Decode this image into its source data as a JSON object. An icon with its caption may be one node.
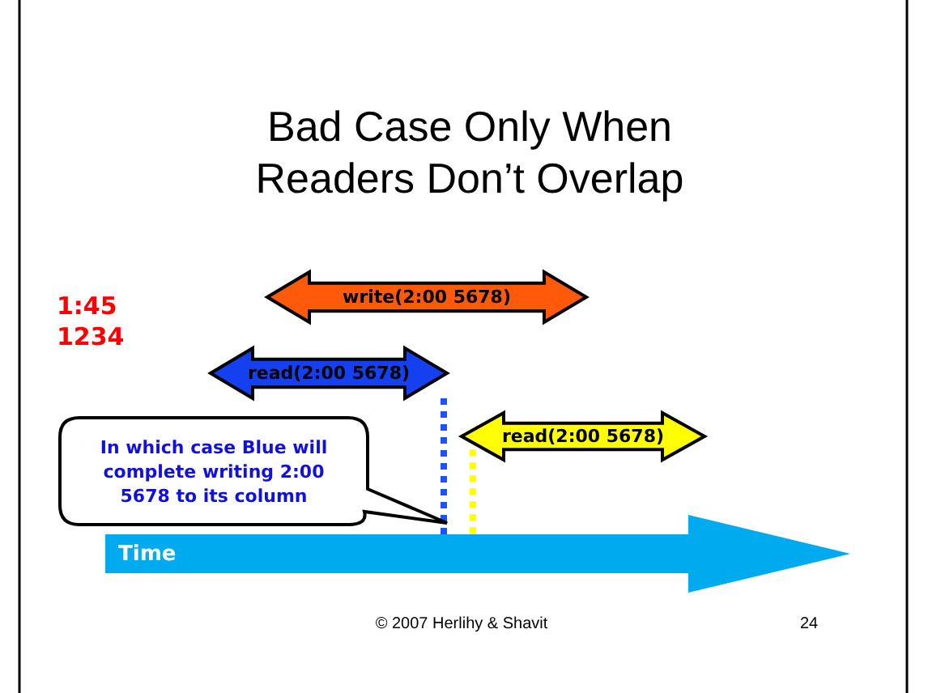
{
  "diagram": {
    "title": "Bad Case Only When Readers Don’t Overlap",
    "nodes": [
      {
        "text": [
          "write(2:00 5678)"
        ]
      },
      {
        "text": [
          "read(2:00 5678)"
        ]
      },
      {
        "text": [
          "In which case Blue will complete writing 2:00 5678 to its column"
        ]
      },
      {
        "text": [
          "read(2:00 5678)"
        ]
      },
      {
        "text": [
          "Time"
        ]
      }
    ],
    "edges": [
      {
        "from": 1,
        "to": 4,
        "arrow": "none",
        "style": "dashed",
        "color": "#1f4fff"
      },
      {
        "from": 3,
        "to": 4,
        "arrow": "none",
        "style": "dashed",
        "color": "#ffff00"
      }
    ],
    "labels": [
      "1:45",
      "1234",
      "© 2007 Herlihy & Shavit",
      "24"
    ]
  }
}
